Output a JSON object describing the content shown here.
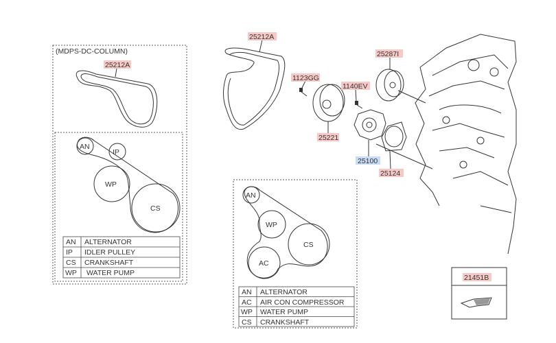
{
  "left_panel": {
    "title": "(MDPS-DC-COLUMN)",
    "belt_part": "25212A",
    "pulleys": [
      "AN",
      "IP",
      "WP",
      "CS"
    ],
    "legend": [
      {
        "code": "AN",
        "name": "ALTERNATOR"
      },
      {
        "code": "IP",
        "name": "IDLER PULLEY"
      },
      {
        "code": "CS",
        "name": "CRANKSHAFT"
      },
      {
        "code": "WP",
        "name": "WATER PUMP"
      }
    ]
  },
  "main_parts": {
    "belt": "25212A",
    "bolt_pulley": "1123GG",
    "bolt_pump": "1140EV",
    "idler": "25287I",
    "pulley": "25221",
    "water_pump": "25100",
    "gasket": "25124"
  },
  "middle_panel": {
    "pulleys": [
      "AN",
      "WP",
      "CS",
      "AC"
    ],
    "legend": [
      {
        "code": "AN",
        "name": "ALTERNATOR"
      },
      {
        "code": "AC",
        "name": "AIR CON COMPRESSOR"
      },
      {
        "code": "WP",
        "name": "WATER PUMP"
      },
      {
        "code": "CS",
        "name": "CRANKSHAFT"
      }
    ]
  },
  "inset": {
    "part": "21451B"
  },
  "colors": {
    "label_highlight": "#f6c9c6",
    "selected_highlight": "#c9dbf5"
  }
}
